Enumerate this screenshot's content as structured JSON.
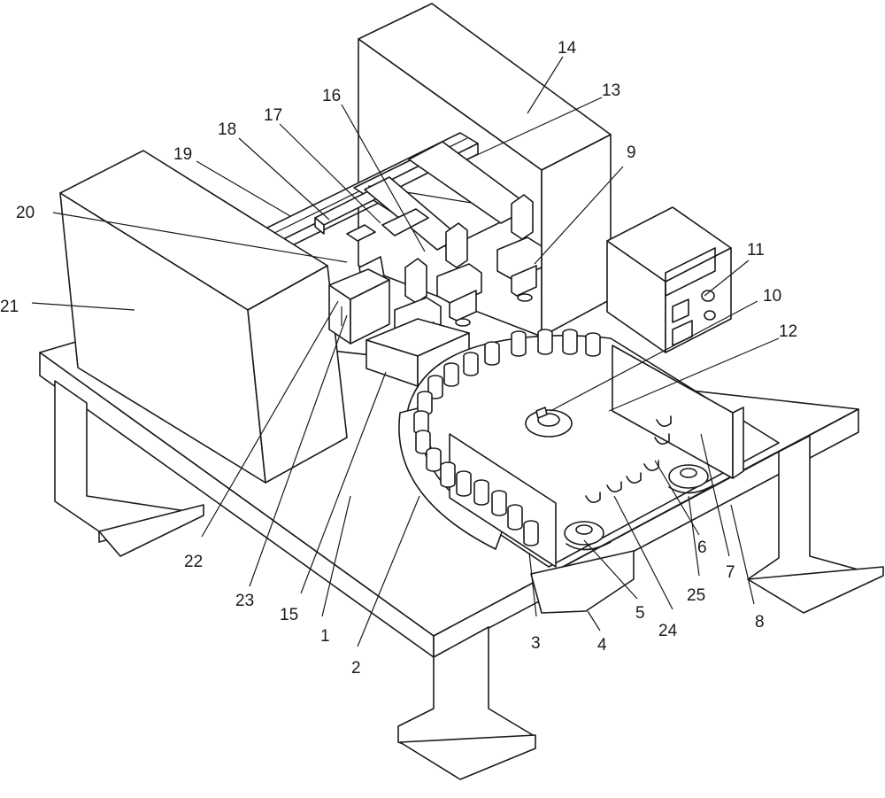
{
  "figure": {
    "labels": [
      "1",
      "2",
      "3",
      "4",
      "5",
      "6",
      "7",
      "8",
      "9",
      "10",
      "11",
      "12",
      "13",
      "14",
      "15",
      "16",
      "17",
      "18",
      "19",
      "20",
      "21",
      "22",
      "23",
      "24",
      "25"
    ]
  }
}
